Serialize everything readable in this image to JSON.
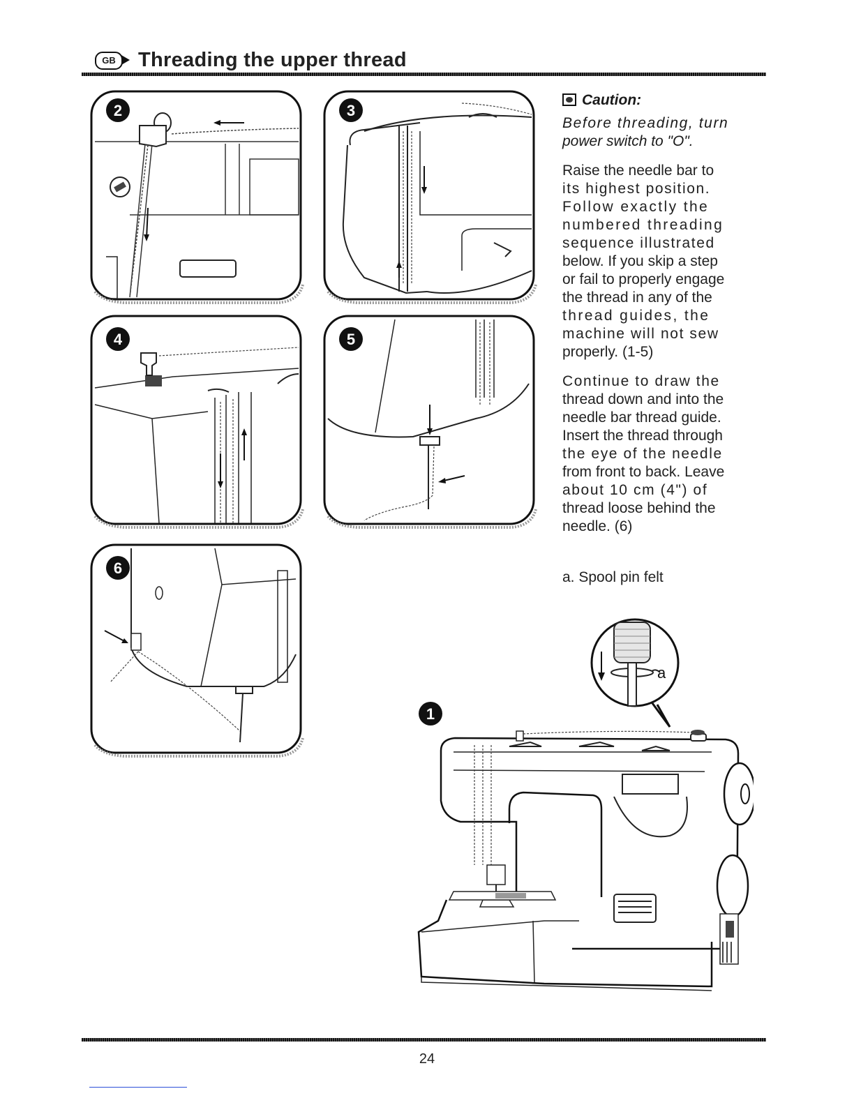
{
  "header": {
    "language_badge": "GB",
    "title": "Threading the upper thread"
  },
  "steps": [
    {
      "number": "2"
    },
    {
      "number": "3"
    },
    {
      "number": "4"
    },
    {
      "number": "5"
    },
    {
      "number": "6"
    },
    {
      "number": "1"
    }
  ],
  "callout_label": "a",
  "caution": {
    "label": "Caution:",
    "line1": "Before threading, turn",
    "line2": "power switch to \"O\"."
  },
  "paragraph1": {
    "l1": "Raise the needle bar to",
    "l2": "its highest position.",
    "l3": "Follow exactly the",
    "l4": "numbered threading",
    "l5": "sequence illustrated",
    "l6": "below. If you skip a step",
    "l7": "or fail to properly engage",
    "l8": "the thread in any of the",
    "l9": "thread guides, the",
    "l10": "machine will not sew",
    "l11": "properly. (1-5)"
  },
  "paragraph2": {
    "l1": "Continue to draw the",
    "l2": "thread down and into the",
    "l3": "needle bar thread guide.",
    "l4": "Insert the thread through",
    "l5": "the eye of the needle",
    "l6": "from front to back. Leave",
    "l7": "about 10 cm (4\") of",
    "l8": "thread loose behind the",
    "l9": "needle. (6)"
  },
  "legend": "a. Spool pin felt",
  "footer": {
    "page_number": "24"
  }
}
